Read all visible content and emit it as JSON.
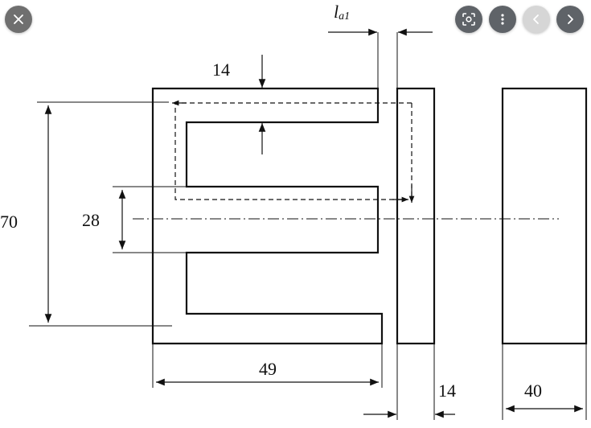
{
  "controls": {
    "close": {
      "icon": "close-icon"
    },
    "lens": {
      "icon": "lens-icon"
    },
    "more": {
      "icon": "more-vert-icon"
    },
    "prev": {
      "icon": "chevron-left-icon"
    },
    "next": {
      "icon": "chevron-right-icon"
    }
  },
  "drawing": {
    "dims": {
      "tooth": "14",
      "gap_main": "l",
      "gap_sub": "a1",
      "center": "28",
      "height": "70",
      "width": "49",
      "bar": "14",
      "block": "40"
    }
  },
  "colors": {
    "button_dark": "#5f6368",
    "button_disabled": "#d6d6d6",
    "line": "#111111"
  }
}
